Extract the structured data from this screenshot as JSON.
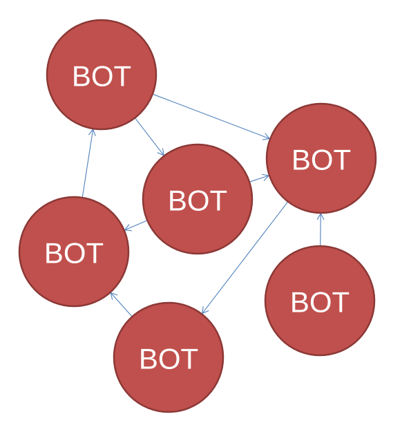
{
  "diagram": {
    "node_label": "BOT",
    "colors": {
      "node_fill": "#c0504d",
      "node_stroke": "#8c3836",
      "label_text": "#ffffff",
      "edge": "#4f81bd"
    },
    "nodes": [
      {
        "id": "top-left",
        "label": "BOT"
      },
      {
        "id": "center",
        "label": "BOT"
      },
      {
        "id": "right",
        "label": "BOT"
      },
      {
        "id": "left",
        "label": "BOT"
      },
      {
        "id": "bottom-center",
        "label": "BOT"
      },
      {
        "id": "bottom-right",
        "label": "BOT"
      }
    ],
    "edges": [
      {
        "from": "top-left",
        "to": "right"
      },
      {
        "from": "top-left",
        "to": "center"
      },
      {
        "from": "center",
        "to": "right"
      },
      {
        "from": "center",
        "to": "left"
      },
      {
        "from": "left",
        "to": "top-left"
      },
      {
        "from": "bottom-center",
        "to": "left"
      },
      {
        "from": "right",
        "to": "bottom-center"
      },
      {
        "from": "bottom-right",
        "to": "right"
      }
    ]
  }
}
